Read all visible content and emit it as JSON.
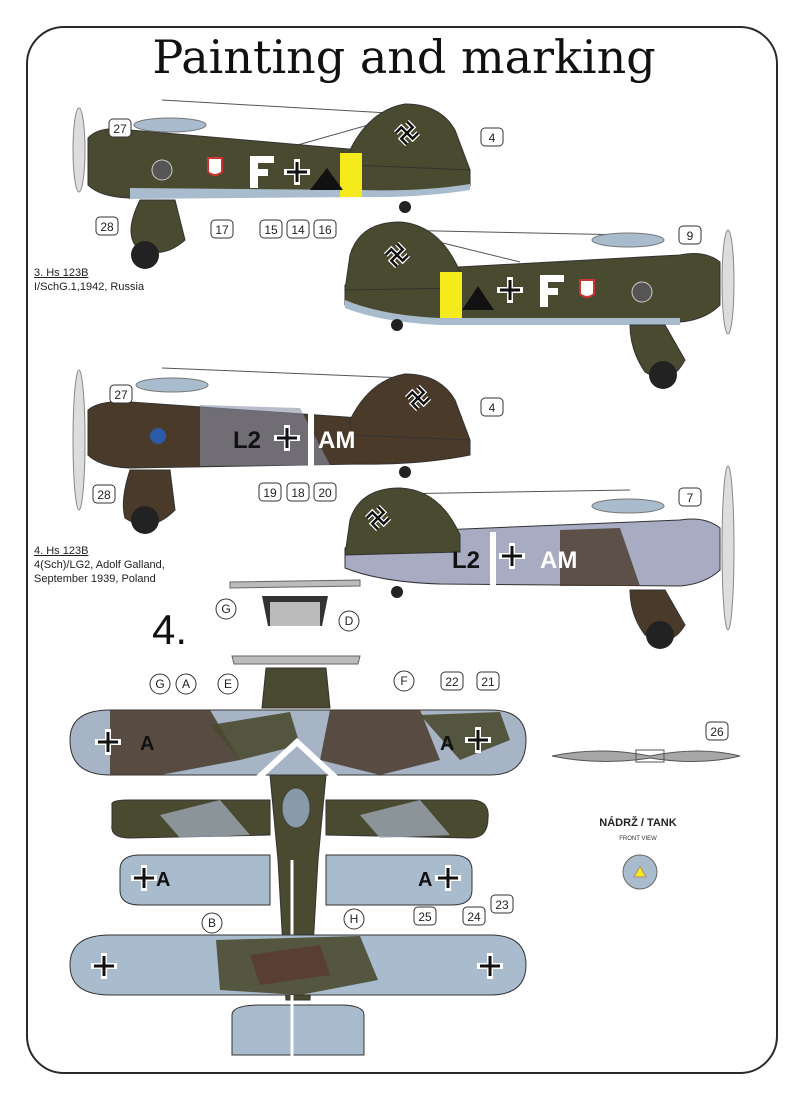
{
  "title": "Painting and marking",
  "profiles": {
    "a": {
      "fuselage_code": "",
      "tail_code": ""
    },
    "c": {
      "left_code": "L2",
      "right_code": "AM"
    },
    "d": {
      "left_code": "L2",
      "right_code": "AM"
    }
  },
  "captions": [
    {
      "heading": "3. Hs 123B",
      "lines": [
        "I/SchG.1,1942, Russia"
      ]
    },
    {
      "heading": "4. Hs 123B",
      "lines": [
        "4(Sch)/LG2, Adolf Galland,",
        "September 1939, Poland"
      ]
    }
  ],
  "section_number": "4.",
  "plan_letters": {
    "upper_wing_left": "A",
    "upper_wing_right": "A",
    "lower_wing_left": "A",
    "lower_wing_right": "A"
  },
  "tank": {
    "title": "NÁDRŽ / TANK",
    "subtitle": "FRONT VIEW"
  },
  "callouts": {
    "n27a": "27",
    "n28a": "28",
    "n17": "17",
    "n15": "15",
    "n14": "14",
    "n16": "16",
    "n4a": "4",
    "n9": "9",
    "n27b": "27",
    "n28b": "28",
    "n19": "19",
    "n18": "18",
    "n20": "20",
    "n4b": "4",
    "n7": "7",
    "G1": "G",
    "D": "D",
    "G2": "G",
    "A": "A",
    "E": "E",
    "F": "F",
    "n22": "22",
    "n21": "21",
    "n26": "26",
    "B": "B",
    "H": "H",
    "n25": "25",
    "n24": "24",
    "n23": "23"
  },
  "colors": {
    "olive": "#4a4a30",
    "olive_dark": "#3e3e28",
    "blue_underside": "#a9bccd",
    "brown": "#5a3d30",
    "grey_blue": "#a8acc2",
    "yellow_band": "#f4ea1c",
    "plan_grey": "#a7b4c6"
  }
}
